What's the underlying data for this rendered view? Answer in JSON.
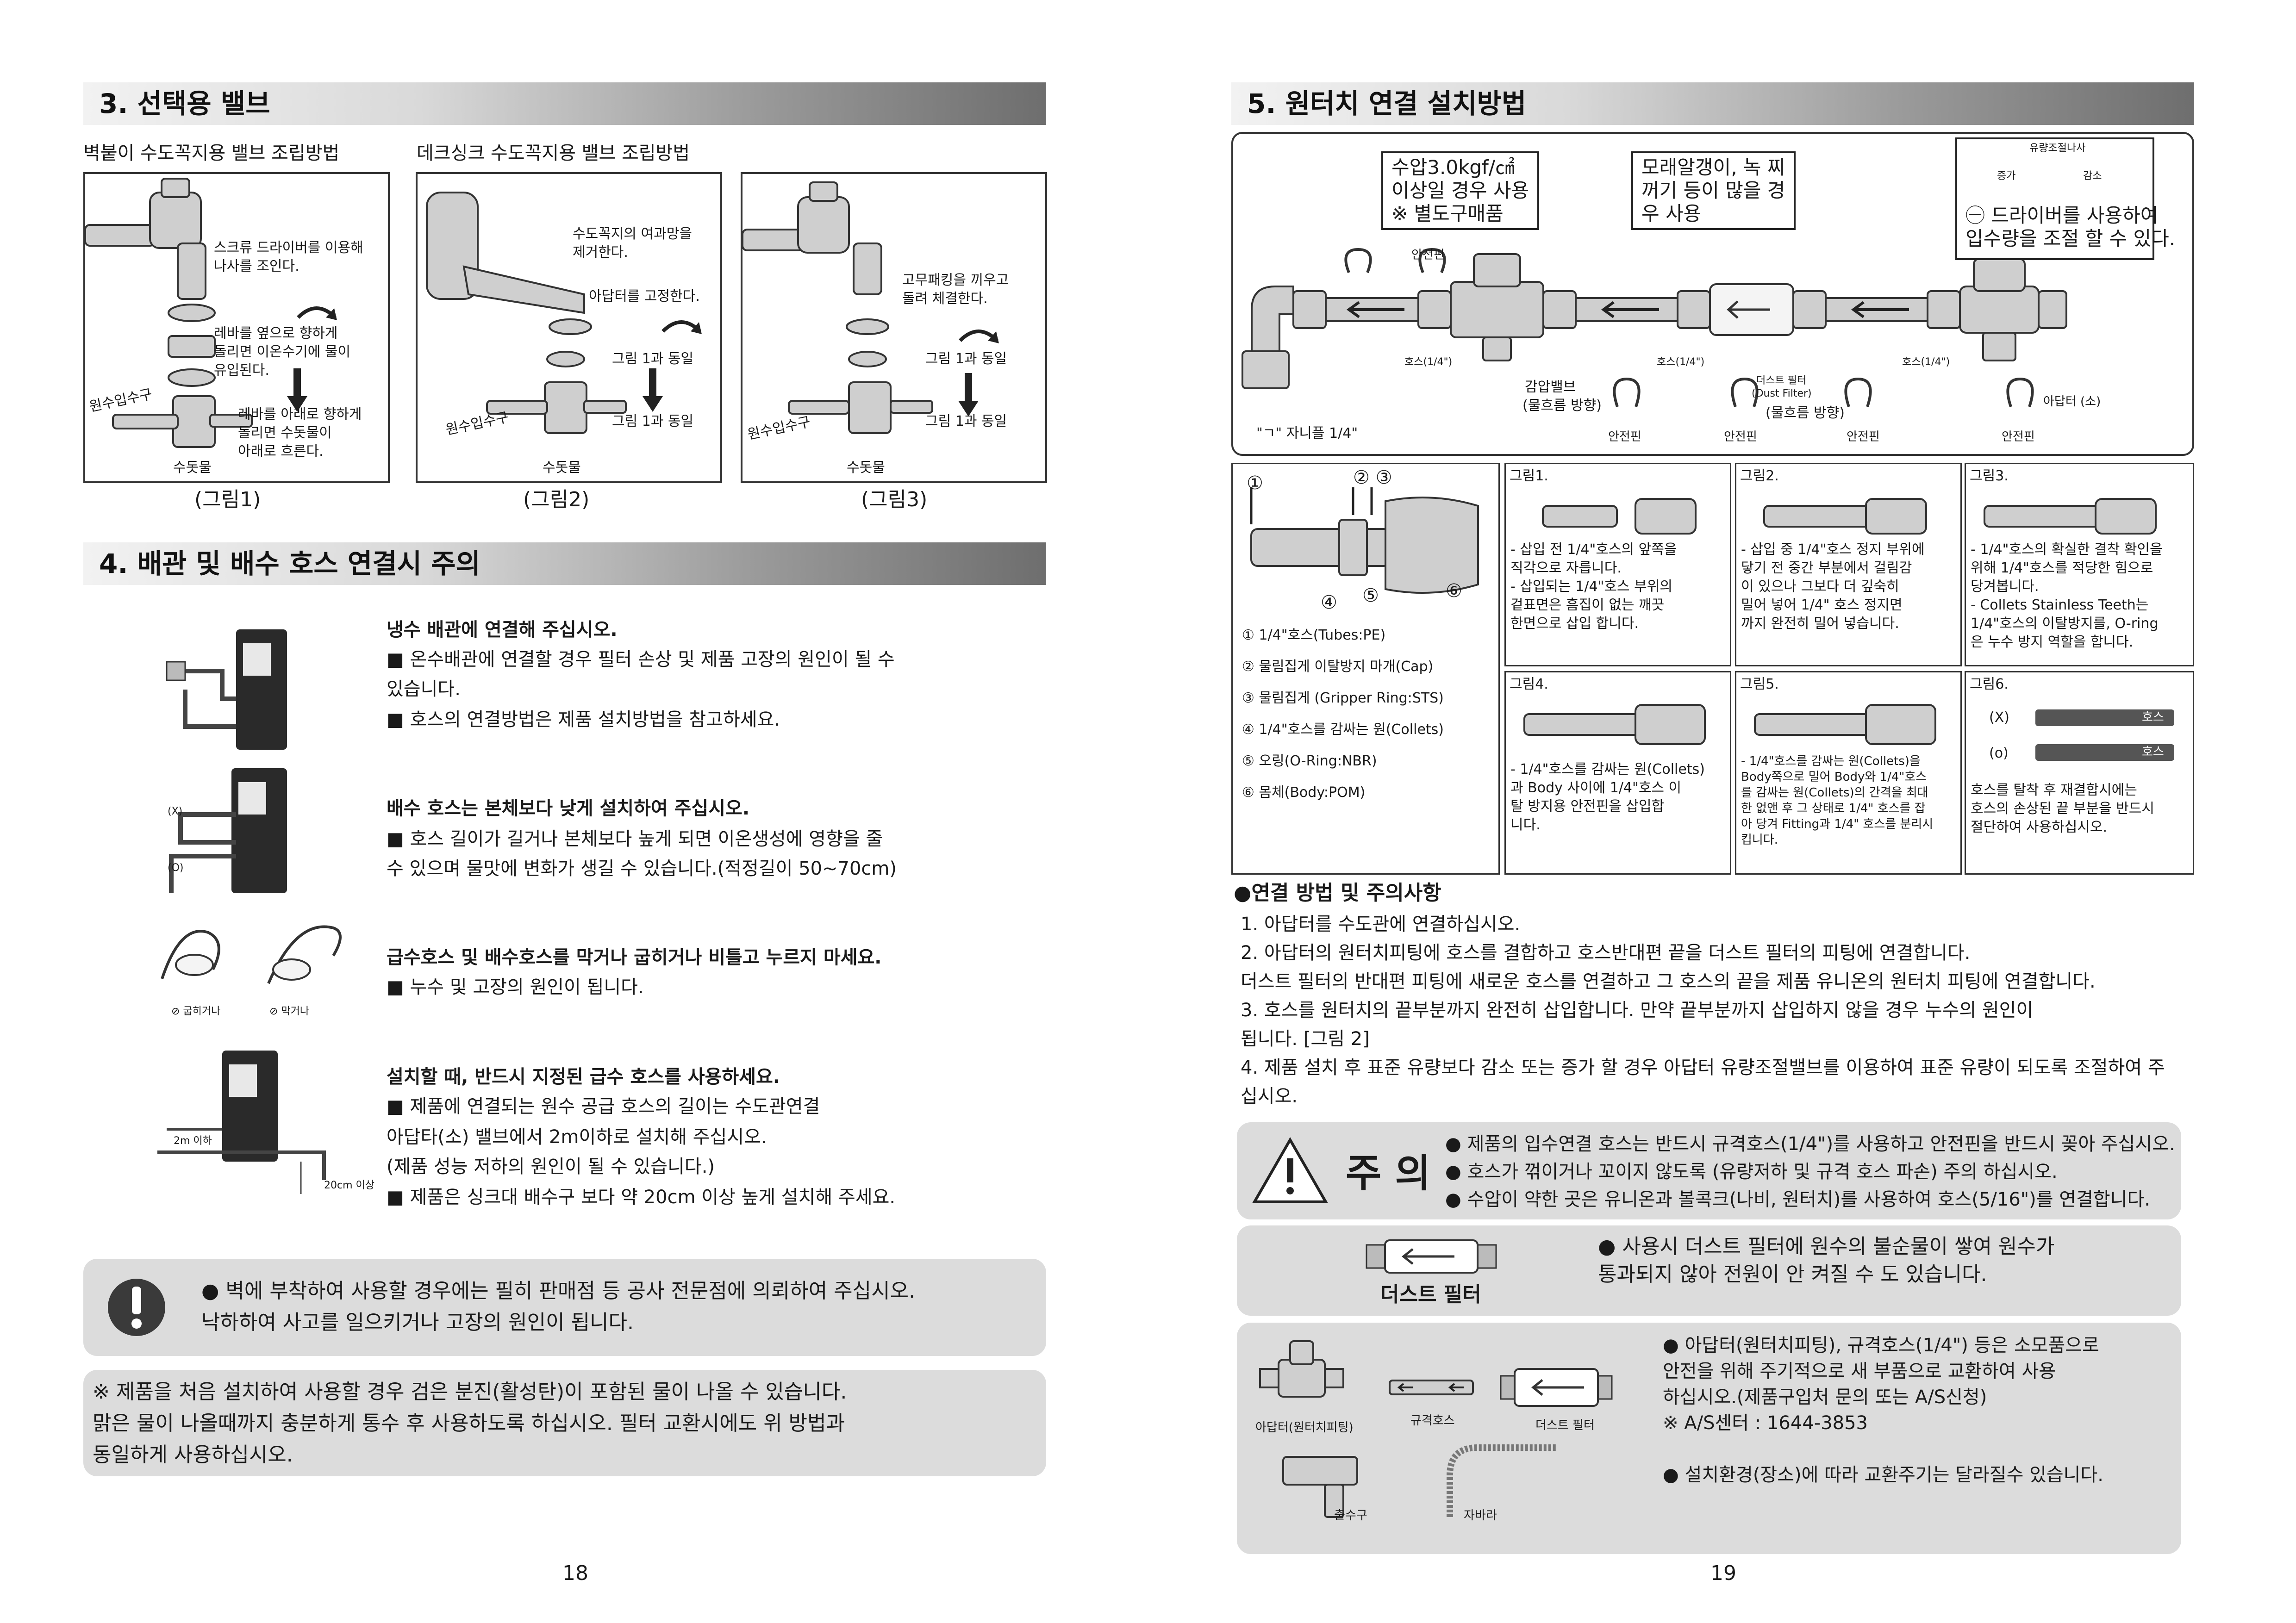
{
  "left": {
    "sec3_title": "3. 선택용 밸브",
    "sub_wall": "벽붙이 수도꼭지용 밸브 조립방법",
    "sub_deck": "데크싱크 수도꼭지용 밸브 조립방법",
    "fig1": {
      "screw": [
        "스크류 드라이버를 이용해",
        "나사를 조인다."
      ],
      "lever_side": [
        "레바를 옆으로 향하게",
        "돌리면 이온수기에 물이",
        "유입된다."
      ],
      "lever_down": [
        "레바를 아래로 향하게",
        "돌리면 수돗물이",
        "아래로 흐른다."
      ],
      "inlet": "원수입수구",
      "tap": "수돗물",
      "caption": "(그림1)"
    },
    "fig2": {
      "remove": [
        "수도꼭지의 여과망을",
        "제거한다."
      ],
      "fix": "아답터를 고정한다.",
      "same1": "그림 1과 동일",
      "same2": "그림 1과 동일",
      "inlet": "원수입수구",
      "tap": "수돗물",
      "caption": "(그림2)"
    },
    "fig3": {
      "packing": [
        "고무패킹을  끼우고",
        "돌려 체결한다."
      ],
      "same1": "그림 1과 동일",
      "same2": "그림 1과 동일",
      "inlet": "원수입수구",
      "tap": "수돗물",
      "caption": "(그림3)"
    },
    "sec4_title": "4. 배관 및 배수 호스 연결시 주의",
    "notes": [
      {
        "heading": "냉수 배관에 연결해 주십시오.",
        "lines": [
          "■ 온수배관에 연결할 경우 필터 손상 및 제품 고장의 원인이 될 수",
          "   있습니다.",
          "■ 호스의 연결방법은 제품 설치방법을 참고하세요."
        ]
      },
      {
        "heading": "배수 호스는 본체보다 낮게 설치하여 주십시오.",
        "lines": [
          "■ 호스 길이가 길거나 본체보다 높게 되면 이온생성에 영향을 줄",
          "   수 있으며 물맛에 변화가 생길 수 있습니다.(적정길이 50~70cm)"
        ]
      },
      {
        "heading": "급수호스 및 배수호스를 막거나 굽히거나 비틀고 누르지 마세요.",
        "lines": [
          "■ 누수 및 고장의 원인이 됩니다."
        ]
      },
      {
        "heading": "설치할 때, 반드시 지정된 급수 호스를 사용하세요.",
        "lines": [
          "■ 제품에 연결되는 원수 공급 호스의 길이는 수도관연결",
          "   아답타(소) 밸브에서 2m이하로 설치해 주십시오.",
          "   (제품 성능 저하의 원인이 될 수 있습니다.)",
          "■ 제품은 싱크대 배수구 보다 약 20cm 이상 높게 설치해 주세요."
        ]
      }
    ],
    "ill_labels": {
      "x": "(X)",
      "o": "(O)",
      "bend": "⊘ 굽히거나",
      "block": "⊘ 막거나",
      "len2m": "2m 이하",
      "h20": "20cm 이상"
    },
    "warn_box": [
      "● 벽에 부착하여 사용할 경우에는 필히 판매점 등 공사 전문점에 의뢰하여 주십시오.",
      "   낙하하여 사고를 일으키거나 고장의 원인이 됩니다."
    ],
    "note_box": [
      "※ 제품을 처음 설치하여 사용할 경우 검은 분진(활성탄)이 포함된 물이 나올 수 있습니다.",
      "   맑은 물이 나올때까지 충분하게 통수 후 사용하도록 하십시오. 필터 교환시에도 위 방법과",
      "   동일하게 사용하십시오."
    ],
    "page_no": "18"
  },
  "right": {
    "sec5_title": "5. 원터치 연결 설치방법",
    "diagram": {
      "callout_pressure": [
        "수압3.0kgf/㎠",
        "이상일 경우 사용",
        "※ 별도구매품"
      ],
      "callout_sand": [
        "모래알갱이, 녹 찌",
        "꺼기 등이 많을 경",
        "우 사용"
      ],
      "dial_top": "유량조절나사",
      "dial_dec": "증가",
      "dial_inc": "감소",
      "callout_driver": [
        "㊀ 드라이버를 사용하여",
        "입수량을 조절 할 수 있다."
      ],
      "safety_pin": "안전핀",
      "hose": "호스(1/4\")",
      "reducing_valve": "감압밸브",
      "flow_dir": "(물흐름 방향)",
      "dust_filter": "더스트 필터",
      "dust_filter_en": "(Dust Filter)",
      "adapter_small": "아답터 (소)",
      "nipple": "\"ㄱ\" 자니플 1/4\"",
      "pin_labels": [
        "안전핀",
        "안전핀",
        "안전핀",
        "안전핀"
      ]
    },
    "parts": {
      "numbers": [
        "①",
        "② ③",
        "④",
        "⑤",
        "⑥"
      ],
      "list": [
        "① 1/4\"호스(Tubes:PE)",
        "② 물림집게 이탈방지 마개(Cap)",
        "③ 물림집게 (Gripper Ring:STS)",
        "④ 1/4\"호스를 감싸는 원(Collets)",
        "⑤ 오링(O-Ring:NBR)",
        "⑥ 몸체(Body:POM)"
      ]
    },
    "figs": [
      {
        "title": "그림1.",
        "lines": [
          "- 삽입 전 1/4\"호스의 앞쪽을",
          "  직각으로 자릅니다.",
          "- 삽입되는 1/4\"호스 부위의",
          "  겉표면은 흠집이 없는 깨끗",
          "  한면으로 삽입 합니다."
        ]
      },
      {
        "title": "그림2.",
        "lines": [
          "- 삽입 중 1/4\"호스 정지 부위에",
          "  닿기 전 중간 부분에서 걸림감",
          "  이 있으나 그보다 더 깊숙히",
          "  밀어 넣어 1/4\" 호스 정지면",
          "  까지 완전히 밀어 넣습니다."
        ]
      },
      {
        "title": "그림3.",
        "lines": [
          "- 1/4\"호스의 확실한 결착 확인을",
          "  위해 1/4\"호스를 적당한 힘으로",
          "  당겨봅니다.",
          "- Collets Stainless Teeth는",
          "  1/4\"호스의 이탈방지를, O-ring",
          "  은 누수 방지 역할을 합니다."
        ]
      },
      {
        "title": "그림4.",
        "lines": [
          "- 1/4\"호스를 감싸는 원(Collets)",
          "  과  Body 사이에 1/4\"호스 이",
          "  탈 방지용 안전핀을 삽입합",
          "  니다."
        ]
      },
      {
        "title": "그림5.",
        "lines": [
          "- 1/4\"호스를 감싸는 원(Collets)을",
          "  Body쪽으로 밀어 Body와 1/4\"호스",
          "  를 감싸는 원(Collets)의 간격을 최대",
          "  한 없앤 후 그 상태로 1/4\" 호스를 잡",
          "  아 당겨 Fitting과 1/4\" 호스를 분리시",
          "  킵니다."
        ]
      },
      {
        "title": "그림6.",
        "x": "(X)",
        "o": "(o)",
        "hose_tag": "호스",
        "lines": [
          "호스를 탈착 후 재결합시에는",
          "호스의 손상된 끝 부분을 반드시",
          "절단하여 사용하십시오."
        ]
      }
    ],
    "method_title": "●연결 방법 및 주의사항",
    "method_lines": [
      "1. 아답터를 수도관에 연결하십시오.",
      "2. 아답터의 원터치피팅에 호스를 결합하고 호스반대편 끝을 더스트 필터의 피팅에 연결합니다.",
      "   더스트 필터의 반대편 피팅에 새로운 호스를 연결하고 그 호스의 끝을 제품 유니온의 원터치 피팅에 연결합니다.",
      "3. 호스를 원터치의 끝부분까지 완전히 삽입합니다. 만약 끝부분까지 삽입하지 않을 경우 누수의 원인이",
      "   됩니다. [그림 2]",
      "4. 제품 설치 후 표준 유량보다 감소 또는 증가 할 경우 아답터 유량조절밸브를 이용하여 표준 유량이 되도록 조절하여 주",
      "   십시오."
    ],
    "caution_label": "주 의",
    "caution_lines": [
      "● 제품의 입수연결 호스는 반드시 규격호스(1/4\")를 사용하고 안전핀을 반드시 꽂아 주십시오.",
      "● 호스가 꺾이거나 꼬이지 않도록 (유량저하 및 규격 호스 파손) 주의 하십시오.",
      "● 수압이 약한 곳은 유니온과 볼콕크(나비, 원터치)를 사용하여 호스(5/16\")를 연결합니다."
    ],
    "dust_label": "더스트 필터",
    "dust_lines": [
      "● 사용시 더스트 필터에 원수의 불순물이 쌓여 원수가",
      "   통과되지 않아 전원이 안 켜질 수 도 있습니다."
    ],
    "consumables": {
      "adapter": "아답터(원터치피팅)",
      "std_hose": "규격호스",
      "dust": "더스트 필터",
      "outlet": "출수구",
      "jabara": "자바라",
      "lines": [
        "● 아답터(원터치피팅), 규격호스(1/4\") 등은 소모품으로",
        "   안전을 위해 주기적으로 새 부품으로 교환하여 사용",
        "   하십시오.(제품구입처 문의 또는 A/S신청)",
        "※ A/S센터 : 1644-3853"
      ],
      "line2": "● 설치환경(장소)에 따라 교환주기는 달라질수 있습니다."
    },
    "page_no": "19"
  }
}
